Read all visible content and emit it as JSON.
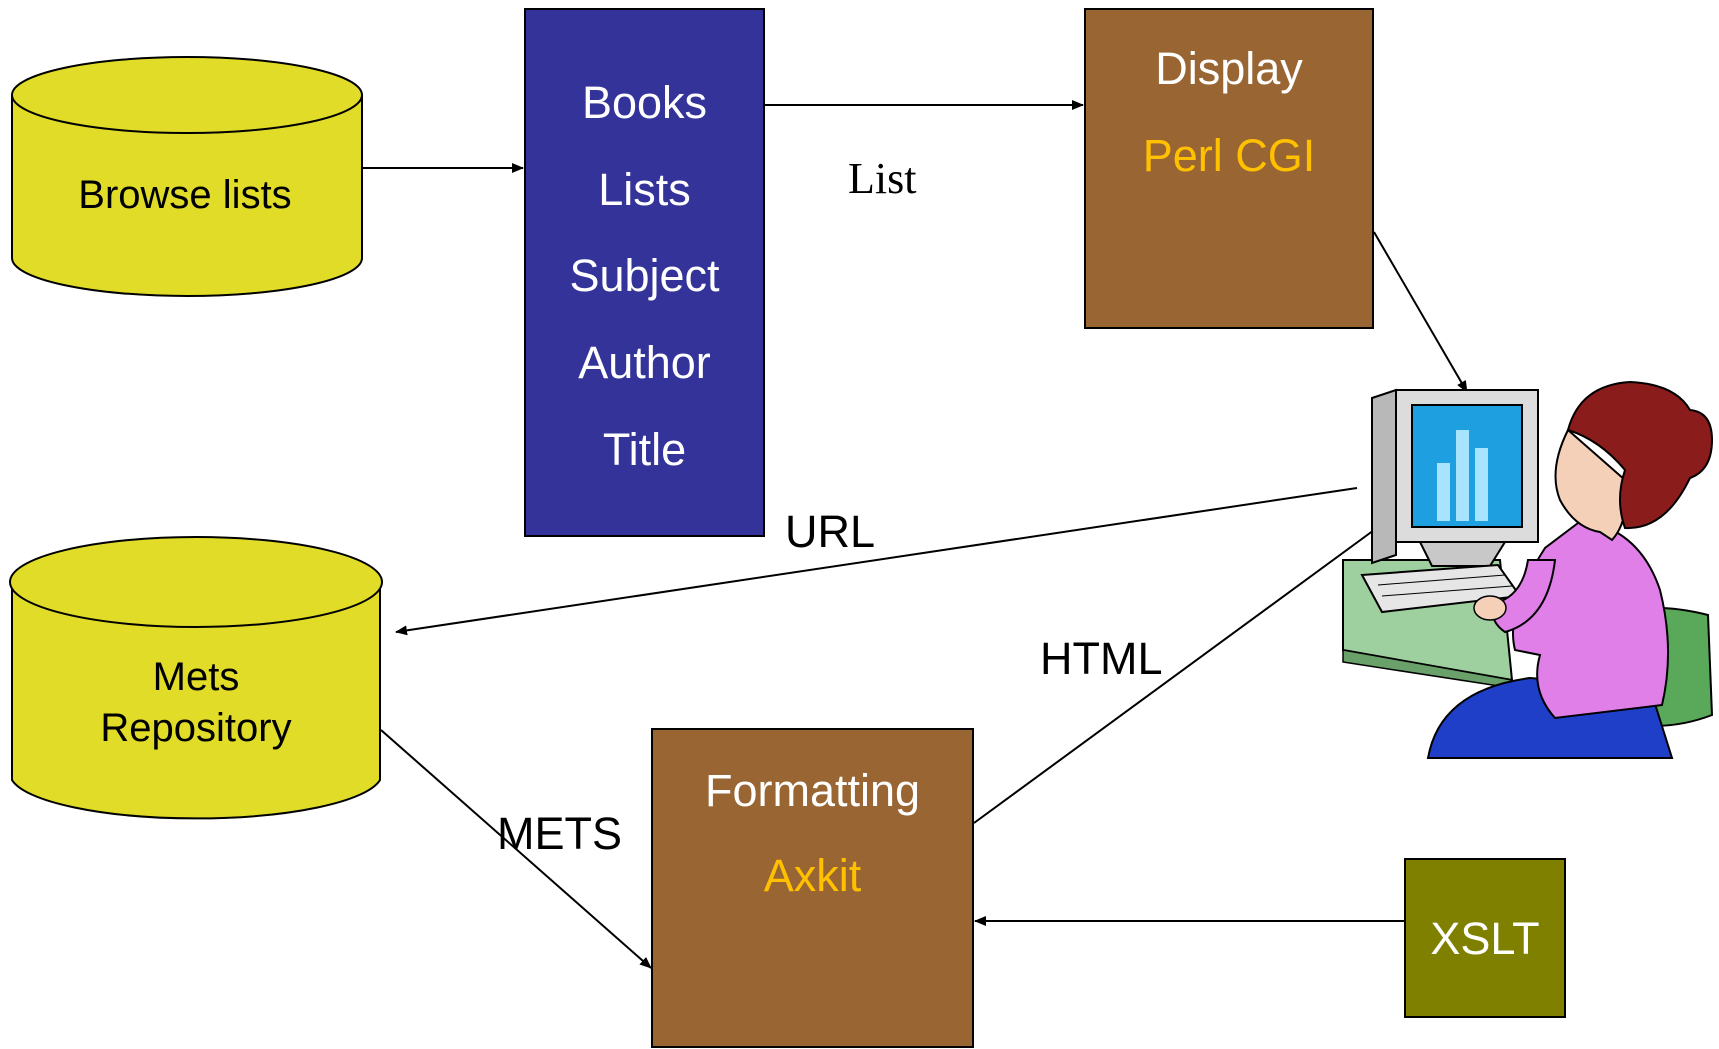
{
  "nodes": {
    "browse_lists": {
      "label": "Browse lists"
    },
    "nav_menu": {
      "items": [
        "Books",
        "Lists",
        "Subject",
        "Author",
        "Title"
      ]
    },
    "display": {
      "title": "Display",
      "subtitle": "Perl CGI"
    },
    "mets_repository": {
      "line1": "Mets",
      "line2": "Repository"
    },
    "formatting": {
      "title": "Formatting",
      "subtitle": "Axkit"
    },
    "xslt": {
      "label": "XSLT"
    }
  },
  "edge_labels": {
    "list": "List",
    "url": "URL",
    "html": "HTML",
    "mets": "METS"
  },
  "icons": {
    "user_at_computer": "woman-at-computer-icon"
  },
  "colors": {
    "database": "#e0dc28",
    "nav_box": "#333399",
    "process_box": "#996633",
    "xslt_box": "#808000",
    "highlight_text": "#ffc000"
  }
}
